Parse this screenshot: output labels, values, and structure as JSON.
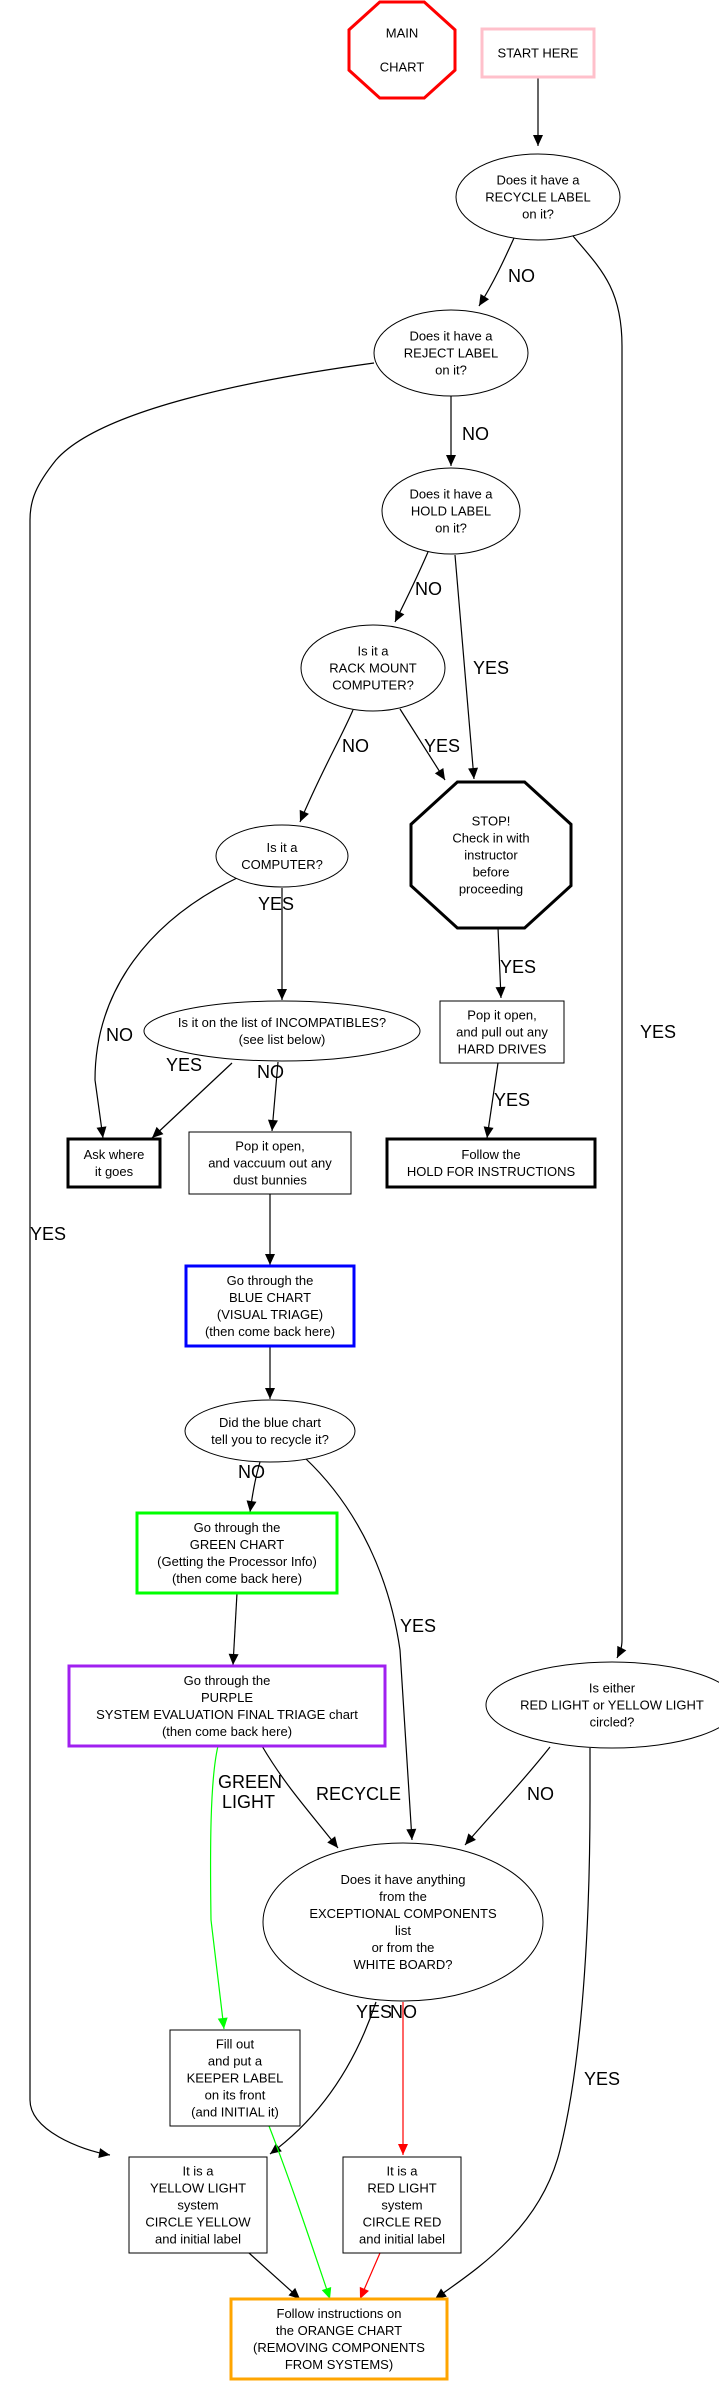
{
  "diagram": {
    "title": "MAIN CHART",
    "colors": {
      "main_chart": "#ff0000",
      "start": "#ffc0cb",
      "blue_chart": "#0000ff",
      "green_chart": "#00ff00",
      "purple_chart": "#a020f0",
      "orange_chart": "#ffa500",
      "default": "#000000",
      "green_edge": "#00ff00",
      "red_edge": "#ff0000"
    },
    "nodes": {
      "main_chart": {
        "shape": "octagon",
        "lines": [
          "MAIN",
          "",
          "CHART"
        ]
      },
      "start": {
        "shape": "box",
        "lines": [
          "START HERE"
        ]
      },
      "recycle_label": {
        "shape": "ellipse",
        "lines": [
          "Does it have a",
          "RECYCLE LABEL",
          "on it?"
        ]
      },
      "reject_label": {
        "shape": "ellipse",
        "lines": [
          "Does it have a",
          "REJECT LABEL",
          "on it?"
        ]
      },
      "hold_label": {
        "shape": "ellipse",
        "lines": [
          "Does it have a",
          "HOLD LABEL",
          "on it?"
        ]
      },
      "rack_mount": {
        "shape": "ellipse",
        "lines": [
          "Is it a",
          "RACK MOUNT",
          "COMPUTER?"
        ]
      },
      "stop": {
        "shape": "octagon",
        "lines": [
          "STOP!",
          "Check in with",
          "instructor",
          "before",
          "proceeding"
        ]
      },
      "computer": {
        "shape": "ellipse",
        "lines": [
          "Is it a",
          "COMPUTER?"
        ]
      },
      "incompatibles": {
        "shape": "ellipse",
        "lines": [
          "Is it on the list of INCOMPATIBLES?",
          "(see list below)"
        ]
      },
      "pull_hard_drives": {
        "shape": "box",
        "lines": [
          "Pop it open,",
          "and pull out any",
          "HARD DRIVES"
        ]
      },
      "ask_where": {
        "shape": "box",
        "lines": [
          "Ask where",
          "it goes"
        ]
      },
      "vacuum": {
        "shape": "box",
        "lines": [
          "Pop it open,",
          "and vaccuum out any",
          "dust bunnies"
        ]
      },
      "hold_instructions": {
        "shape": "box",
        "lines": [
          "Follow the",
          "HOLD FOR INSTRUCTIONS"
        ]
      },
      "blue_chart": {
        "shape": "box",
        "lines": [
          "Go through the",
          "BLUE CHART",
          "(VISUAL TRIAGE)",
          "(then come back here)"
        ]
      },
      "blue_recycle": {
        "shape": "ellipse",
        "lines": [
          "Did the blue chart",
          "tell you to recycle it?"
        ]
      },
      "green_chart": {
        "shape": "box",
        "lines": [
          "Go through the",
          "GREEN CHART",
          "(Getting the Processor Info)",
          "(then come back here)"
        ]
      },
      "purple_chart": {
        "shape": "box",
        "lines": [
          "Go through the",
          "PURPLE",
          "SYSTEM EVALUATION FINAL TRIAGE chart",
          "(then come back here)"
        ]
      },
      "light_circled": {
        "shape": "ellipse",
        "lines": [
          "Is either",
          "RED LIGHT or YELLOW LIGHT",
          "circled?"
        ]
      },
      "exceptional": {
        "shape": "ellipse",
        "lines": [
          "Does it have anything",
          "from the",
          "EXCEPTIONAL COMPONENTS",
          "list",
          "or from the",
          "WHITE BOARD?"
        ]
      },
      "keeper_label": {
        "shape": "box",
        "lines": [
          "Fill out",
          "and put a",
          "KEEPER LABEL",
          "on its front",
          "(and INITIAL it)"
        ]
      },
      "yellow_light": {
        "shape": "box",
        "lines": [
          "It is a",
          "YELLOW LIGHT",
          "system",
          "CIRCLE YELLOW",
          "and initial label"
        ]
      },
      "red_light": {
        "shape": "box",
        "lines": [
          "It is a",
          "RED LIGHT",
          "system",
          "CIRCLE RED",
          "and initial label"
        ]
      },
      "orange_chart": {
        "shape": "box",
        "lines": [
          "Follow instructions on",
          "the ORANGE CHART",
          "(REMOVING COMPONENTS",
          "FROM SYSTEMS)"
        ]
      }
    },
    "edges": [
      {
        "from": "start",
        "to": "recycle_label",
        "label": ""
      },
      {
        "from": "recycle_label",
        "to": "reject_label",
        "label": "NO"
      },
      {
        "from": "recycle_label",
        "to": "light_circled",
        "label": "YES"
      },
      {
        "from": "reject_label",
        "to": "hold_label",
        "label": "NO"
      },
      {
        "from": "reject_label",
        "to": "yellow_light",
        "label": "YES"
      },
      {
        "from": "hold_label",
        "to": "rack_mount",
        "label": "NO"
      },
      {
        "from": "hold_label",
        "to": "stop",
        "label": "YES"
      },
      {
        "from": "rack_mount",
        "to": "computer",
        "label": "NO"
      },
      {
        "from": "rack_mount",
        "to": "stop",
        "label": "YES"
      },
      {
        "from": "stop",
        "to": "pull_hard_drives",
        "label": "YES"
      },
      {
        "from": "pull_hard_drives",
        "to": "hold_instructions",
        "label": "YES"
      },
      {
        "from": "computer",
        "to": "incompatibles",
        "label": "YES"
      },
      {
        "from": "computer",
        "to": "ask_where",
        "label": "NO"
      },
      {
        "from": "incompatibles",
        "to": "ask_where",
        "label": "YES"
      },
      {
        "from": "incompatibles",
        "to": "vacuum",
        "label": "NO"
      },
      {
        "from": "vacuum",
        "to": "blue_chart",
        "label": ""
      },
      {
        "from": "blue_chart",
        "to": "blue_recycle",
        "label": ""
      },
      {
        "from": "blue_recycle",
        "to": "green_chart",
        "label": "NO"
      },
      {
        "from": "blue_recycle",
        "to": "exceptional",
        "label": "YES"
      },
      {
        "from": "green_chart",
        "to": "purple_chart",
        "label": ""
      },
      {
        "from": "purple_chart",
        "to": "keeper_label",
        "label": "GREEN\nLIGHT"
      },
      {
        "from": "purple_chart",
        "to": "exceptional",
        "label": "RECYCLE"
      },
      {
        "from": "light_circled",
        "to": "exceptional",
        "label": "NO"
      },
      {
        "from": "light_circled",
        "to": "orange_chart",
        "label": "YES"
      },
      {
        "from": "exceptional",
        "to": "yellow_light",
        "label": "YES"
      },
      {
        "from": "exceptional",
        "to": "red_light",
        "label": "NO"
      },
      {
        "from": "keeper_label",
        "to": "orange_chart",
        "label": ""
      },
      {
        "from": "yellow_light",
        "to": "orange_chart",
        "label": ""
      },
      {
        "from": "red_light",
        "to": "orange_chart",
        "label": ""
      }
    ]
  }
}
